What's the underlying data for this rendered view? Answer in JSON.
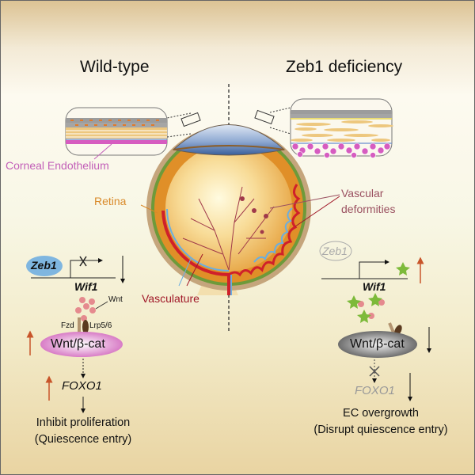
{
  "panels": {
    "left_title": "Wild-type",
    "right_title": "Zeb1 deficiency"
  },
  "eye_labels": {
    "corneal_endothelium": "Corneal Endothelium",
    "retina": "Retina",
    "vasculature": "Vasculature",
    "vascular_deformities_line1": "Vascular",
    "vascular_deformities_line2": "deformities"
  },
  "wild_type_pathway": {
    "zeb1": "Zeb1",
    "wif1": "Wif1",
    "wnt": "Wnt",
    "fzd": "Fzd",
    "lrp": "Lrp5/6",
    "wnt_bcat": "Wnt/β-cat",
    "foxo1": "FOXO1",
    "outcome_line1": "Inhibit proliferation",
    "outcome_line2": "(Quiescence entry)"
  },
  "zeb1_deficiency_pathway": {
    "zeb1": "Zeb1",
    "wif1": "Wif1",
    "wnt_bcat": "Wnt/β-cat",
    "foxo1": "FOXO1",
    "outcome_line1": "EC overgrowth",
    "outcome_line2": "(Disrupt quiescence entry)"
  },
  "colors": {
    "corneal": "#c25fb8",
    "retina": "#d98a2a",
    "vasculature": "#a01828",
    "deformities": "#9a5060",
    "up_arrow": "#c8552a",
    "zeb1_fill": "#7fb6e0",
    "star": "#7dba3a"
  }
}
